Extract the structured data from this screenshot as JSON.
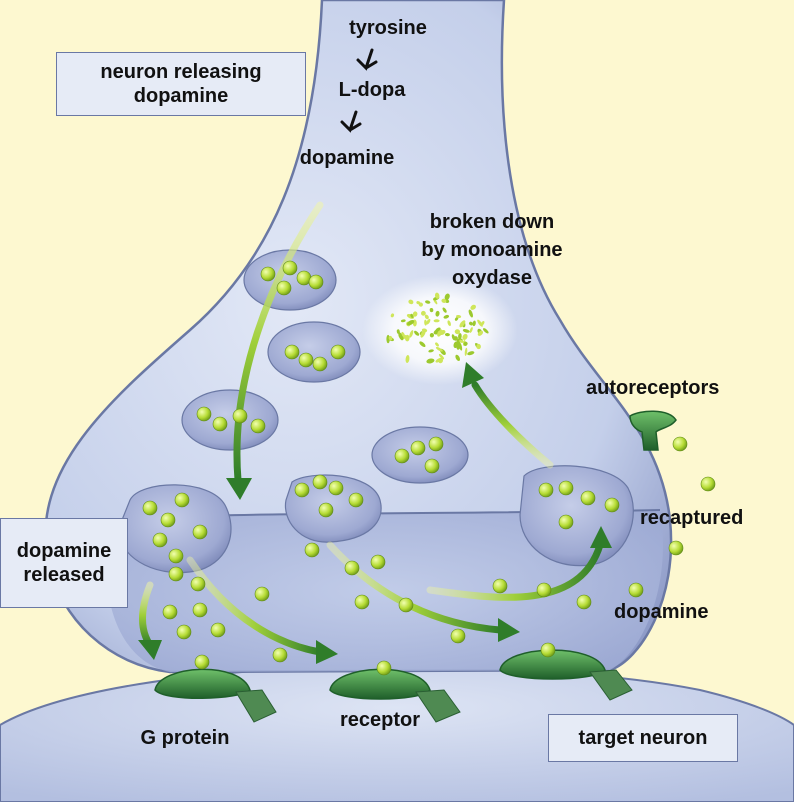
{
  "synthesis": [
    "tyrosine",
    "L-dopa",
    "dopamine"
  ],
  "labels": {
    "neuron_releasing": [
      "neuron releasing",
      "dopamine"
    ],
    "broken_down": [
      "broken down",
      "by monoamine",
      "oxydase"
    ],
    "autoreceptors": "autoreceptors",
    "recaptured": "recaptured",
    "dopamine": "dopamine",
    "dopamine_released": [
      "dopamine",
      "released"
    ],
    "g_protein": "G protein",
    "receptor": "receptor",
    "target_neuron": "target neuron"
  },
  "colors": {
    "background": "#fdf8d0",
    "neuron_fill": "#cfd8ee",
    "neuron_outline": "#6a78a4",
    "vesicle": "#9aa6cc",
    "dopamine_molecule": "#b8dc3a",
    "receptor": "#2f7d3a",
    "arrow": "#4e9a2c"
  }
}
